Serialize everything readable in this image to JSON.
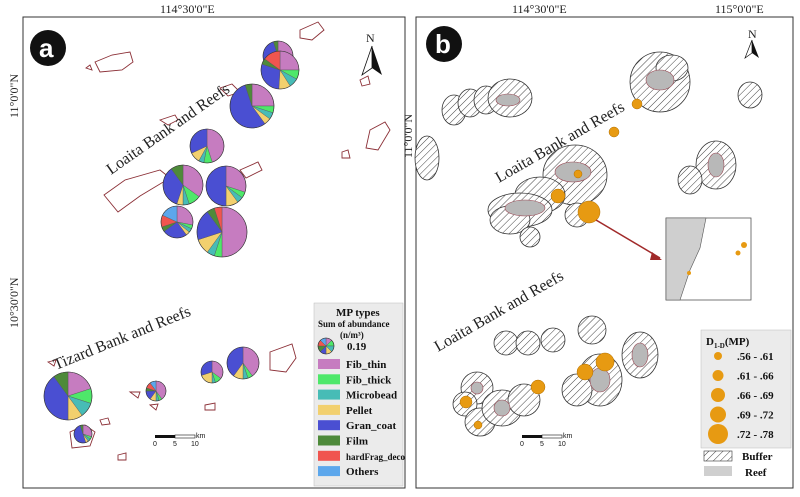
{
  "panels": {
    "a": {
      "label": "a",
      "top_coord": "114°30'0\"E",
      "left_coords": [
        "11°0'0\"N",
        "10°30'0\"N"
      ],
      "bank1": "Loaita Bank and Reefs",
      "bank2": "Tizard Bank and Reefs",
      "north": "N",
      "scale": {
        "unit": "km",
        "ticks": [
          "0",
          "5",
          "10"
        ]
      },
      "legend": {
        "title": "MP types",
        "subtitle": "Sum of abundance",
        "unit": "(n/m³)",
        "size_value": "0.19",
        "items": [
          {
            "label": "Fib_thin",
            "color": "#c67cc0"
          },
          {
            "label": "Fib_thick",
            "color": "#4ee86a"
          },
          {
            "label": "Microbead",
            "color": "#47bcb6"
          },
          {
            "label": "Pellet",
            "color": "#f2d06e"
          },
          {
            "label": "Gran_coat",
            "color": "#4a4fd2"
          },
          {
            "label": "Film",
            "color": "#4e8a3a"
          },
          {
            "label": "hardFrag_deco",
            "color": "#f0554f"
          },
          {
            "label": "Others",
            "color": "#5ca7ec"
          }
        ]
      },
      "pies": [
        {
          "name": "pie-1",
          "values": [
            0.3,
            0.05,
            0.05,
            0.05,
            0.5,
            0.05
          ]
        },
        {
          "name": "pie-2",
          "values": [
            0.25,
            0.08,
            0.08,
            0.1,
            0.29,
            0.05,
            0.15
          ]
        },
        {
          "name": "pie-3",
          "values": [
            0.25,
            0.05,
            0.05,
            0.05,
            0.55,
            0.05
          ]
        },
        {
          "name": "pie-4",
          "values": [
            0.45,
            0.08,
            0.05,
            0.1,
            0.32
          ]
        },
        {
          "name": "pie-5",
          "values": [
            0.35,
            0.1,
            0.05,
            0.05,
            0.35,
            0.1
          ]
        },
        {
          "name": "pie-6",
          "values": [
            0.3,
            0.05,
            0.05,
            0.1,
            0.5
          ]
        },
        {
          "name": "pie-7",
          "values": [
            0.28,
            0.04,
            0.04,
            0.04,
            0.25,
            0.05,
            0.12,
            0.18
          ]
        },
        {
          "name": "pie-8",
          "values": [
            0.5,
            0.05,
            0.05,
            0.1,
            0.2,
            0.05,
            0.05
          ]
        },
        {
          "name": "pie-9",
          "values": [
            0.4,
            0.05,
            0.05,
            0.1,
            0.4
          ]
        },
        {
          "name": "pie-10",
          "values": [
            0.35,
            0.1,
            0.05,
            0.2,
            0.3
          ]
        },
        {
          "name": "pie-11",
          "values": [
            0.4,
            0.05,
            0.05,
            0.1,
            0.15,
            0.05,
            0.1,
            0.1
          ]
        },
        {
          "name": "pie-12",
          "values": [
            0.2,
            0.1,
            0.1,
            0.1,
            0.4,
            0.1
          ]
        }
      ]
    },
    "b": {
      "label": "b",
      "top_coords": [
        "114°30'0\"E",
        "115°0'0\"E"
      ],
      "left_coord": "11°0'0\"N",
      "bank1": "Loaita Bank and Reefs",
      "bank2": "Loaita Bank and Reefs",
      "north": "N",
      "scale": {
        "unit": "km",
        "ticks": [
          "0",
          "5",
          "10"
        ]
      },
      "legend": {
        "title": "D",
        "title_sub": "1-D",
        "title_paren": "(MP)",
        "point_color": "#e79a12",
        "classes": [
          ".56 - .61",
          ".61 - .66",
          ".66 - .69",
          ".69 - .72",
          ".72 - .78"
        ],
        "buffer": "Buffer",
        "reef": "Reef"
      }
    }
  }
}
